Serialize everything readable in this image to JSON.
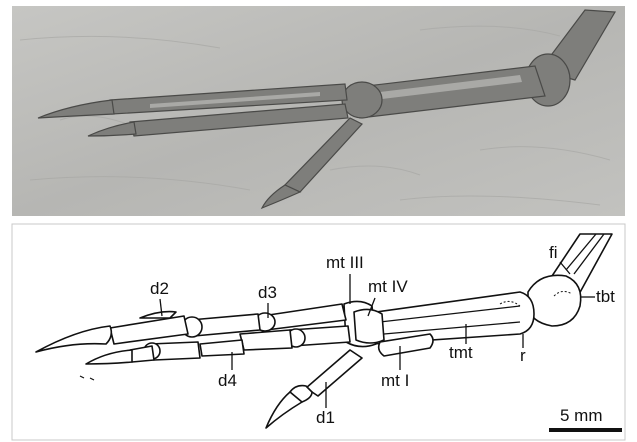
{
  "labels": {
    "d2": "d2",
    "d3": "d3",
    "mt_iii": "mt III",
    "mt_iv": "mt IV",
    "fi": "fi",
    "tbt": "tbt",
    "tmt": "tmt",
    "r": "r",
    "mt_i": "mt I",
    "d4": "d4",
    "d1": "d1"
  },
  "scale_bar": {
    "label": "5 mm"
  },
  "colors": {
    "slab": "#b9b9b6",
    "fossil_bone": "#7e7e7b",
    "drawing_line": "#111111",
    "background": "#ffffff"
  }
}
